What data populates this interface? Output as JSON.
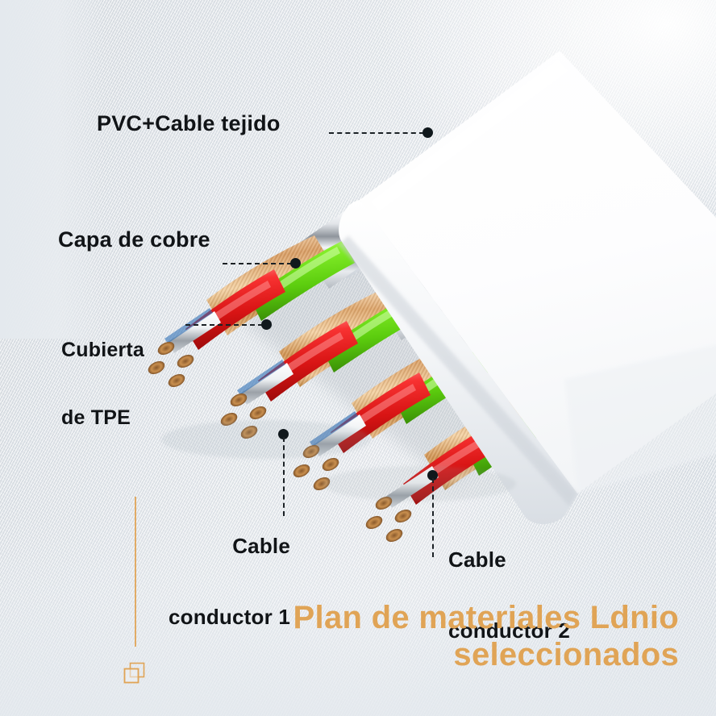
{
  "page": {
    "language": "es",
    "background_color": "#e9ecef",
    "accent_color": "#e0a456",
    "text_color": "#111417"
  },
  "callouts": [
    {
      "id": "pvc",
      "name": "callout-pvc-braided-cable",
      "label": "PVC+Cable tejido",
      "leader": {
        "type": "horizontal-dashed",
        "color": "#1b2125"
      }
    },
    {
      "id": "copper-layer",
      "name": "callout-copper-layer",
      "label": "Capa de cobre",
      "leader": {
        "type": "horizontal-dashed",
        "color": "#1b2125"
      }
    },
    {
      "id": "tpe",
      "name": "callout-tpe-jacket",
      "label_line1": "Cubierta",
      "label_line2": "de TPE",
      "leader": {
        "type": "horizontal-dashed",
        "color": "#1b2125"
      }
    },
    {
      "id": "conductor1",
      "name": "callout-conductor-1",
      "label_line1": "Cable",
      "label_line2": "conductor 1",
      "leader": {
        "type": "vertical-dashed",
        "color": "#1b2125"
      }
    },
    {
      "id": "conductor2",
      "name": "callout-conductor-2",
      "label_line1": "Cable",
      "label_line2": "conductor 2",
      "leader": {
        "type": "vertical-dashed",
        "color": "#1b2125"
      }
    }
  ],
  "title": {
    "line1": "Plan de materiales Ldnio",
    "line2": "seleccionados",
    "color": "#e0a456",
    "rule_color": "#e0a456"
  },
  "brand": {
    "icon": "layers-copy-icon",
    "icon_color": "#e0a456"
  },
  "artwork": {
    "subject": "flat-usb-cable-cutaway",
    "description": "Flat white PVC cable shown in cutaway revealing inner conductor bundles",
    "colors": {
      "pvc_jacket": "#ffffff",
      "jacket_shadow": "#d7dde3",
      "copper_shield": "#c9ccd1",
      "copper_strand": "#d9a169",
      "copper_strand_light": "#f0cda2",
      "tpe_red": "#ee2b2b",
      "tpe_green": "#6ee518",
      "tpe_blue": "#2f6fb5",
      "tin_tip": "#f2f4f6"
    },
    "bundle_count": 4
  }
}
